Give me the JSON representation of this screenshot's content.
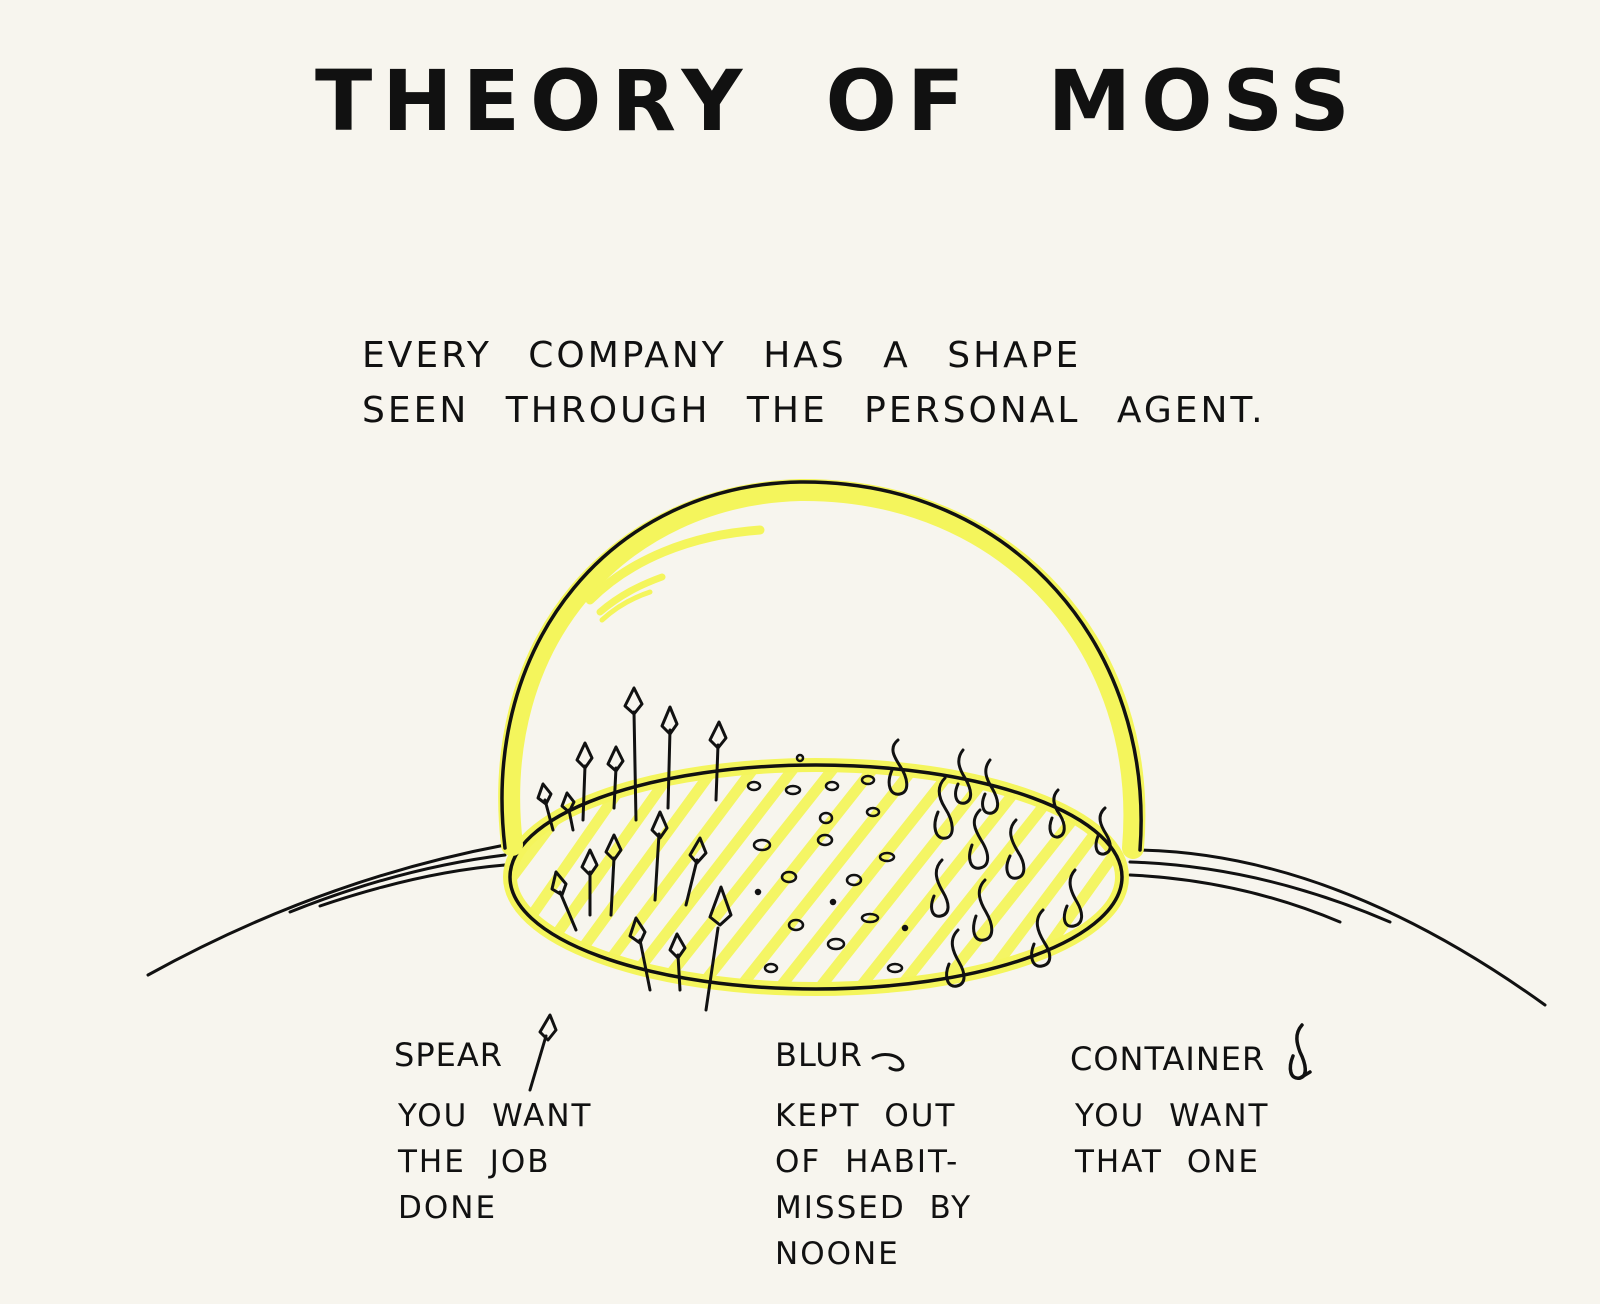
{
  "title": "THEORY OF MOSS",
  "subtitle": {
    "line1": "EVERY COMPANY HAS A SHAPE",
    "line2": "SEEN THROUGH THE PERSONAL AGENT."
  },
  "legend": {
    "spear": {
      "name": "SPEAR",
      "icon": "spear-icon",
      "desc": [
        "YOU WANT",
        "THE JOB",
        "DONE"
      ]
    },
    "blur": {
      "name": "BLUR",
      "icon": "blur-icon",
      "desc": [
        "KEPT OUT",
        "OF HABIT-",
        "MISSED BY",
        "NOONE"
      ]
    },
    "container": {
      "name": "CONTAINER",
      "icon": "container-icon",
      "desc": [
        "YOU WANT",
        "THAT ONE"
      ]
    }
  },
  "colors": {
    "paper": "#f7f5ee",
    "ink": "#111111",
    "highlight": "#f4f55c"
  }
}
